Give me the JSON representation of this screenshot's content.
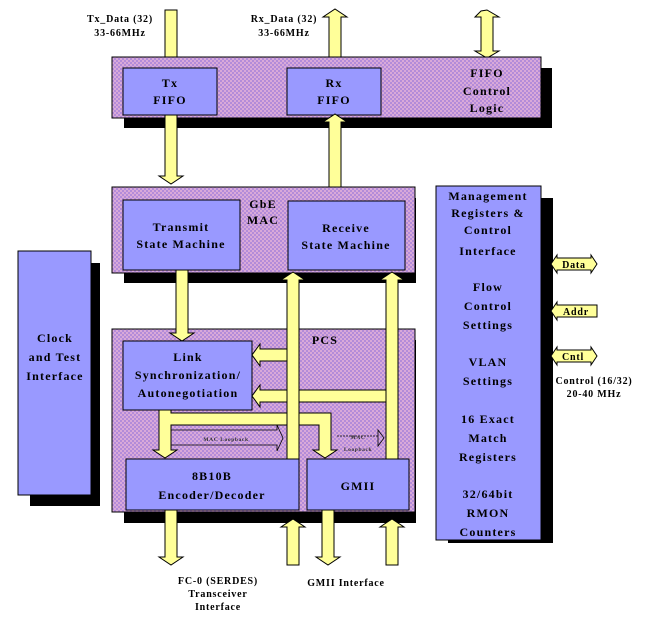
{
  "colors": {
    "block_fill": "#9999ff",
    "container_fill": "#cc99cc",
    "arrow_fill": "#ffff99",
    "shadow": "#000000"
  },
  "external_labels": {
    "tx_data_line1": "Tx_Data (32)",
    "tx_data_line2": "33-66MHz",
    "rx_data_line1": "Rx_Data (32)",
    "rx_data_line2": "33-66MHz",
    "serdes_line1": "FC-0 (SERDES)",
    "serdes_line2": "Transceiver",
    "serdes_line3": "Interface",
    "gmii_interface": "GMII Interface",
    "control_line1": "Control (16/32)",
    "control_line2": "20-40 MHz"
  },
  "fifo_container": {
    "label_lines": [
      "FIFO",
      "Control",
      "Logic"
    ],
    "tx_fifo": [
      "Tx",
      "FIFO"
    ],
    "rx_fifo": [
      "Rx",
      "FIFO"
    ]
  },
  "mac_container": {
    "label_lines": [
      "GbE",
      "MAC"
    ],
    "transmit_sm": [
      "Transmit",
      "State Machine"
    ],
    "receive_sm": [
      "Receive",
      "State Machine"
    ]
  },
  "pcs_container": {
    "label": "PCS",
    "link_sync": [
      "Link",
      "Synchronization/",
      "Autonegotiation"
    ],
    "encoder": [
      "8B10B",
      "Encoder/Decoder"
    ],
    "gmii": "GMII",
    "mac_loopback_1": "MAC Loopback",
    "mac_loopback_2": [
      "MAC",
      "Loopback"
    ]
  },
  "clock_block": [
    "Clock",
    "and Test",
    "Interface"
  ],
  "management_block": {
    "groups": [
      [
        "Management",
        "Registers &",
        "Control",
        "Interface"
      ],
      [
        "Flow",
        "Control",
        "Settings"
      ],
      [
        "VLAN",
        "Settings"
      ],
      [
        "16 Exact",
        "Match",
        "Registers"
      ],
      [
        "32/64bit",
        "RMON",
        "Counters"
      ]
    ]
  },
  "side_ports": {
    "data": "Data",
    "addr": "Addr",
    "cntl": "Cntl"
  }
}
